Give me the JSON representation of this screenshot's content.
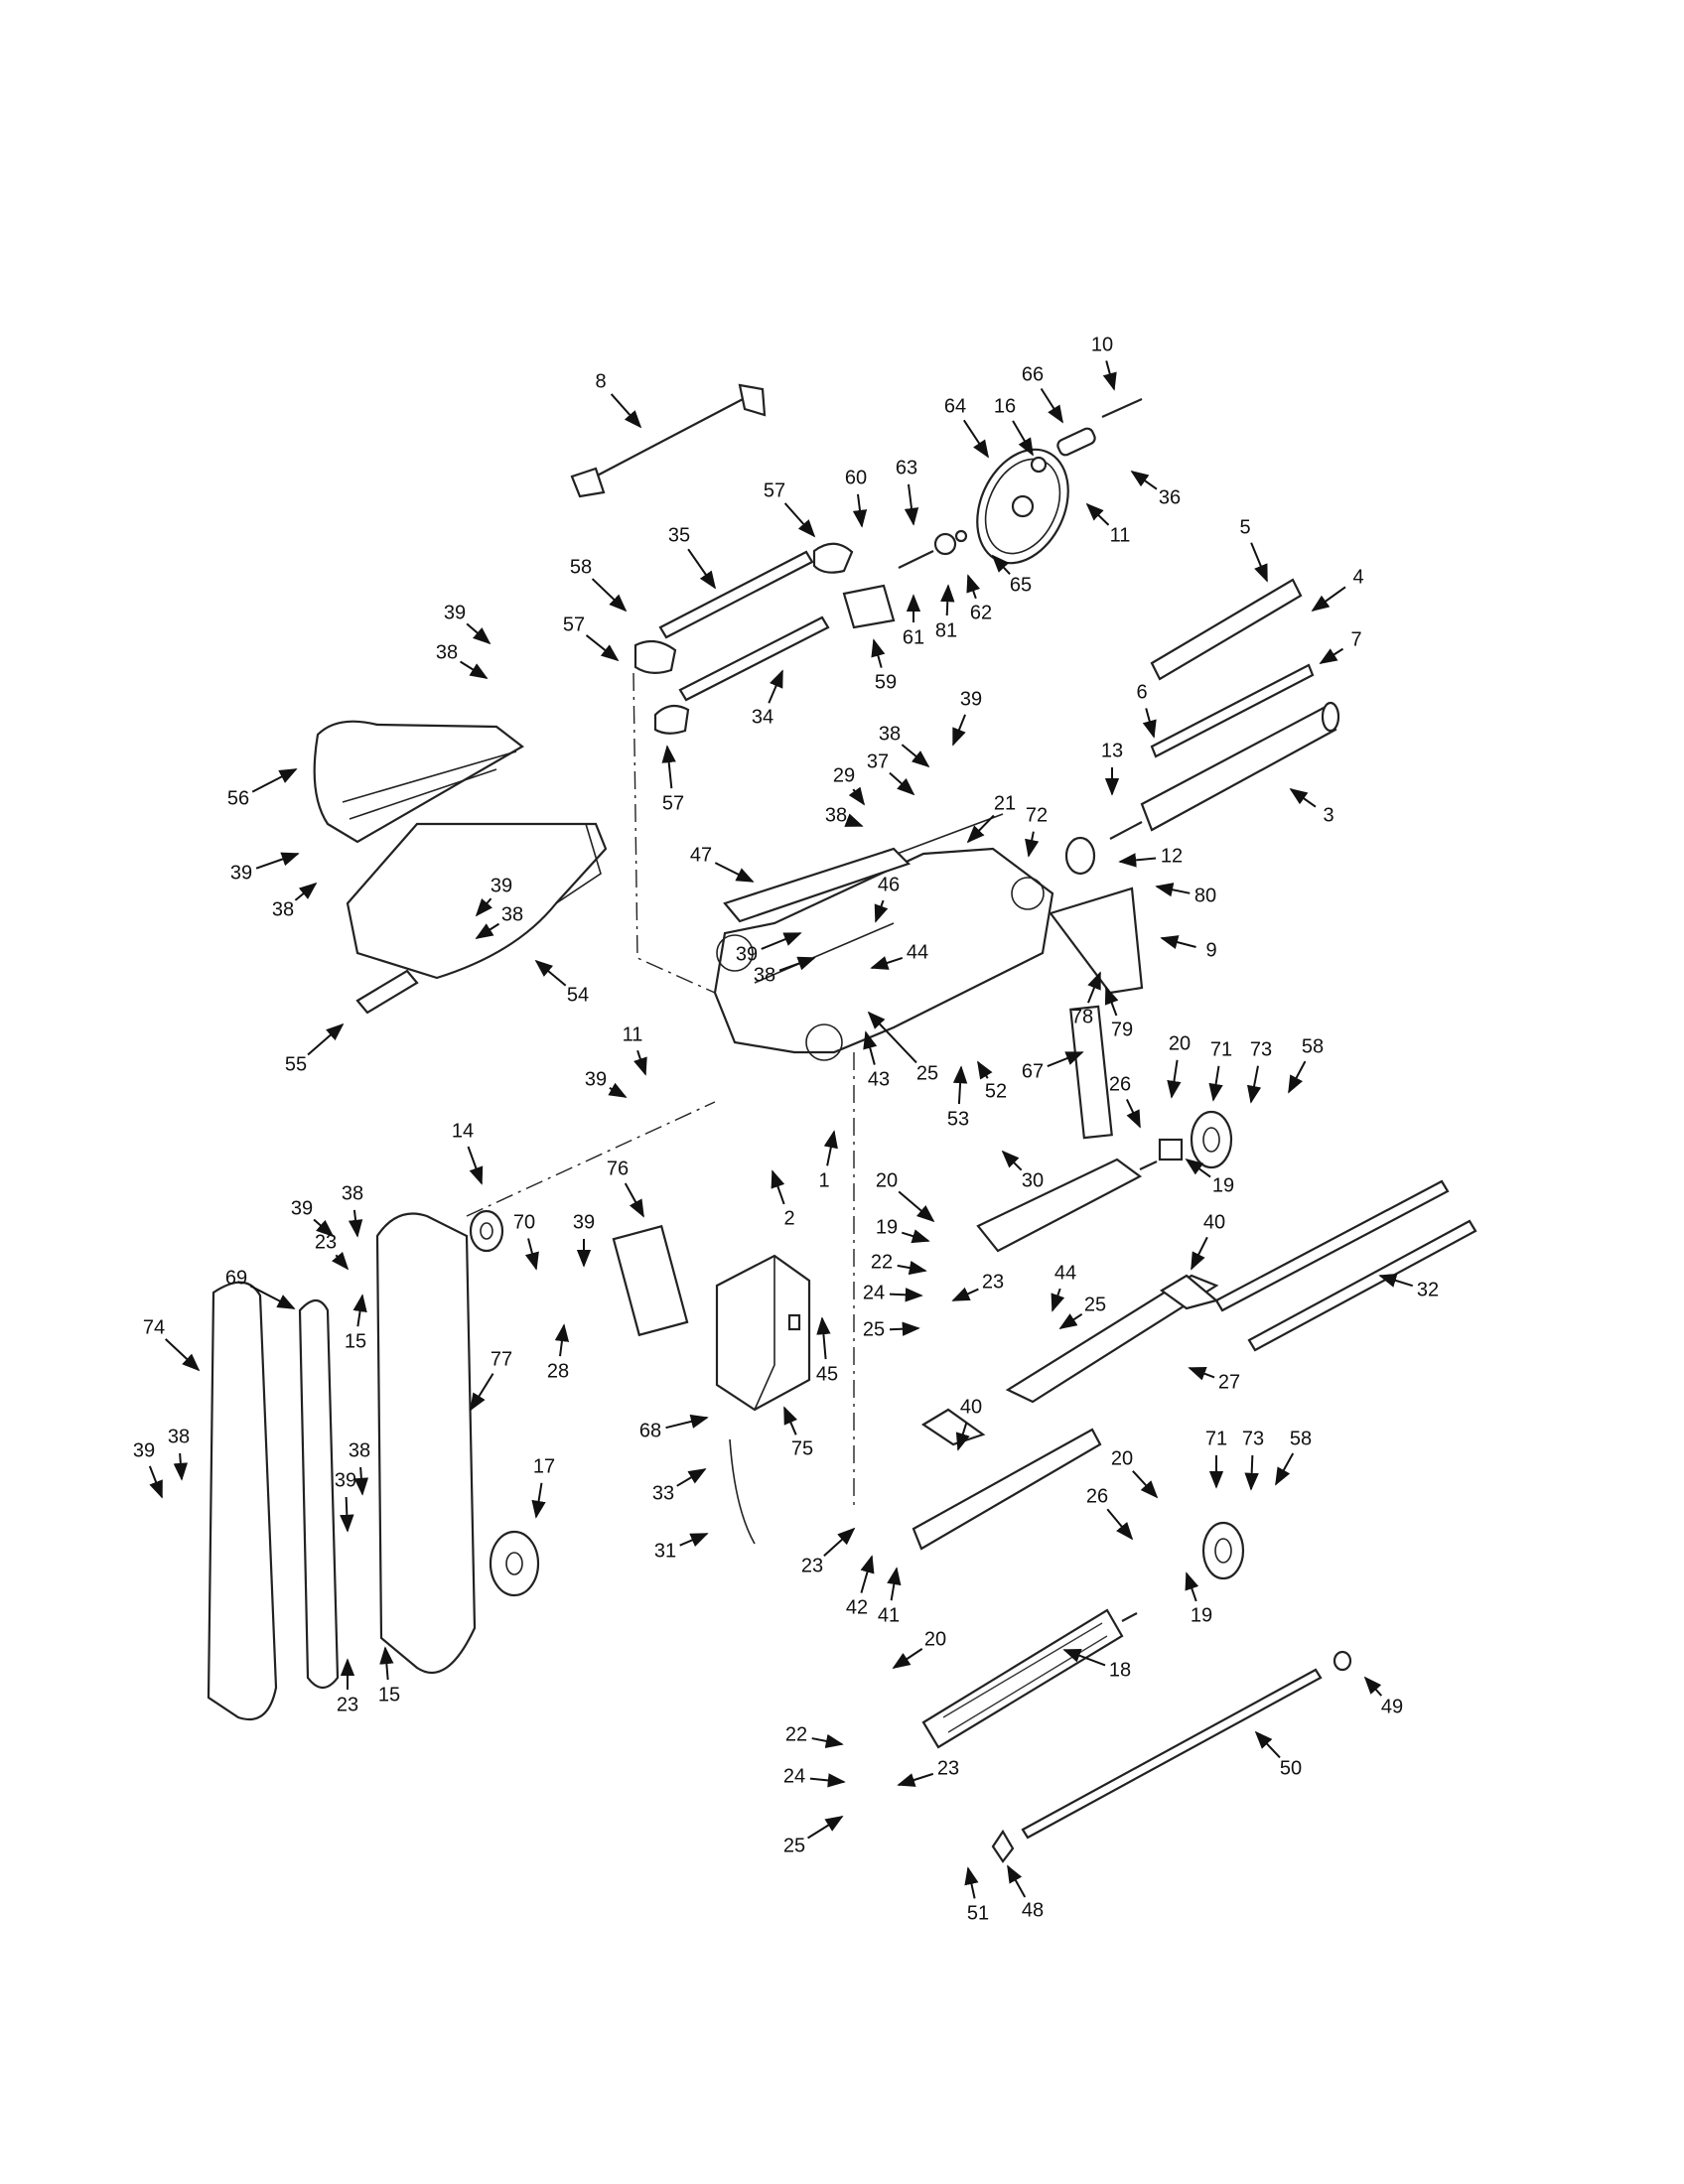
{
  "diagram": {
    "callouts": [
      {
        "id": "c10",
        "text": "10"
      },
      {
        "id": "c66",
        "text": "66"
      },
      {
        "id": "c64",
        "text": "64"
      },
      {
        "id": "c16",
        "text": "16"
      },
      {
        "id": "c36",
        "text": "36"
      },
      {
        "id": "c11a",
        "text": "11"
      },
      {
        "id": "c8",
        "text": "8"
      },
      {
        "id": "c57a",
        "text": "57"
      },
      {
        "id": "c60",
        "text": "60"
      },
      {
        "id": "c63",
        "text": "63"
      },
      {
        "id": "c35",
        "text": "35"
      },
      {
        "id": "c65",
        "text": "65"
      },
      {
        "id": "c62",
        "text": "62"
      },
      {
        "id": "c81",
        "text": "81"
      },
      {
        "id": "c61",
        "text": "61"
      },
      {
        "id": "c58a",
        "text": "58"
      },
      {
        "id": "c57b",
        "text": "57"
      },
      {
        "id": "c59",
        "text": "59"
      },
      {
        "id": "c34",
        "text": "34"
      },
      {
        "id": "c57c",
        "text": "57"
      },
      {
        "id": "c5",
        "text": "5"
      },
      {
        "id": "c4",
        "text": "4"
      },
      {
        "id": "c7",
        "text": "7"
      },
      {
        "id": "c6",
        "text": "6"
      },
      {
        "id": "c3",
        "text": "3"
      },
      {
        "id": "c13",
        "text": "13"
      },
      {
        "id": "c12",
        "text": "12"
      },
      {
        "id": "c72",
        "text": "72"
      },
      {
        "id": "c80",
        "text": "80"
      },
      {
        "id": "c9",
        "text": "9"
      },
      {
        "id": "c39a",
        "text": "39"
      },
      {
        "id": "c38a",
        "text": "38"
      },
      {
        "id": "c56",
        "text": "56"
      },
      {
        "id": "c39b",
        "text": "39"
      },
      {
        "id": "c38b",
        "text": "38"
      },
      {
        "id": "c39c",
        "text": "39"
      },
      {
        "id": "c38c",
        "text": "38"
      },
      {
        "id": "c54",
        "text": "54"
      },
      {
        "id": "c55",
        "text": "55"
      },
      {
        "id": "c38d",
        "text": "38"
      },
      {
        "id": "c39d",
        "text": "39"
      },
      {
        "id": "c37",
        "text": "37"
      },
      {
        "id": "c29",
        "text": "29"
      },
      {
        "id": "c38e",
        "text": "38"
      },
      {
        "id": "c21",
        "text": "21"
      },
      {
        "id": "c47",
        "text": "47"
      },
      {
        "id": "c46",
        "text": "46"
      },
      {
        "id": "c39e",
        "text": "39"
      },
      {
        "id": "c38f",
        "text": "38"
      },
      {
        "id": "c44a",
        "text": "44"
      },
      {
        "id": "c25a",
        "text": "25"
      },
      {
        "id": "c43",
        "text": "43"
      },
      {
        "id": "c53",
        "text": "53"
      },
      {
        "id": "c52",
        "text": "52"
      },
      {
        "id": "c78",
        "text": "78"
      },
      {
        "id": "c79",
        "text": "79"
      },
      {
        "id": "c67",
        "text": "67"
      },
      {
        "id": "c39f",
        "text": "39"
      },
      {
        "id": "c11b",
        "text": "11"
      },
      {
        "id": "c2",
        "text": "2"
      },
      {
        "id": "c1",
        "text": "1"
      },
      {
        "id": "c20a",
        "text": "20"
      },
      {
        "id": "c71a",
        "text": "71"
      },
      {
        "id": "c73a",
        "text": "73"
      },
      {
        "id": "c58b",
        "text": "58"
      },
      {
        "id": "c26a",
        "text": "26"
      },
      {
        "id": "c19a",
        "text": "19"
      },
      {
        "id": "c30",
        "text": "30"
      },
      {
        "id": "c14",
        "text": "14"
      },
      {
        "id": "c38g",
        "text": "38"
      },
      {
        "id": "c39g",
        "text": "39"
      },
      {
        "id": "c70",
        "text": "70"
      },
      {
        "id": "c39h",
        "text": "39"
      },
      {
        "id": "c76",
        "text": "76"
      },
      {
        "id": "c23a",
        "text": "23"
      },
      {
        "id": "c69",
        "text": "69"
      },
      {
        "id": "c15a",
        "text": "15"
      },
      {
        "id": "c28",
        "text": "28"
      },
      {
        "id": "c20b",
        "text": "20"
      },
      {
        "id": "c19b",
        "text": "19"
      },
      {
        "id": "c22a",
        "text": "22"
      },
      {
        "id": "c24a",
        "text": "24"
      },
      {
        "id": "c23b",
        "text": "23"
      },
      {
        "id": "c25b",
        "text": "25"
      },
      {
        "id": "c44b",
        "text": "44"
      },
      {
        "id": "c25c",
        "text": "25"
      },
      {
        "id": "c40a",
        "text": "40"
      },
      {
        "id": "c32",
        "text": "32"
      },
      {
        "id": "c45",
        "text": "45"
      },
      {
        "id": "c27",
        "text": "27"
      },
      {
        "id": "c74",
        "text": "74"
      },
      {
        "id": "c77",
        "text": "77"
      },
      {
        "id": "c40b",
        "text": "40"
      },
      {
        "id": "c68",
        "text": "68"
      },
      {
        "id": "c75",
        "text": "75"
      },
      {
        "id": "c33",
        "text": "33"
      },
      {
        "id": "c31",
        "text": "31"
      },
      {
        "id": "c39i",
        "text": "39"
      },
      {
        "id": "c38h",
        "text": "38"
      },
      {
        "id": "c38i",
        "text": "38"
      },
      {
        "id": "c39j",
        "text": "39"
      },
      {
        "id": "c17",
        "text": "17"
      },
      {
        "id": "c20c",
        "text": "20"
      },
      {
        "id": "c71b",
        "text": "71"
      },
      {
        "id": "c73b",
        "text": "73"
      },
      {
        "id": "c58c",
        "text": "58"
      },
      {
        "id": "c26b",
        "text": "26"
      },
      {
        "id": "c19c",
        "text": "19"
      },
      {
        "id": "c23c",
        "text": "23"
      },
      {
        "id": "c42",
        "text": "42"
      },
      {
        "id": "c41",
        "text": "41"
      },
      {
        "id": "c23d",
        "text": "23"
      },
      {
        "id": "c15b",
        "text": "15"
      },
      {
        "id": "c18",
        "text": "18"
      },
      {
        "id": "c20d",
        "text": "20"
      },
      {
        "id": "c49",
        "text": "49"
      },
      {
        "id": "c22b",
        "text": "22"
      },
      {
        "id": "c24b",
        "text": "24"
      },
      {
        "id": "c23e",
        "text": "23"
      },
      {
        "id": "c50",
        "text": "50"
      },
      {
        "id": "c25d",
        "text": "25"
      },
      {
        "id": "c51",
        "text": "51"
      },
      {
        "id": "c48",
        "text": "48"
      }
    ]
  }
}
